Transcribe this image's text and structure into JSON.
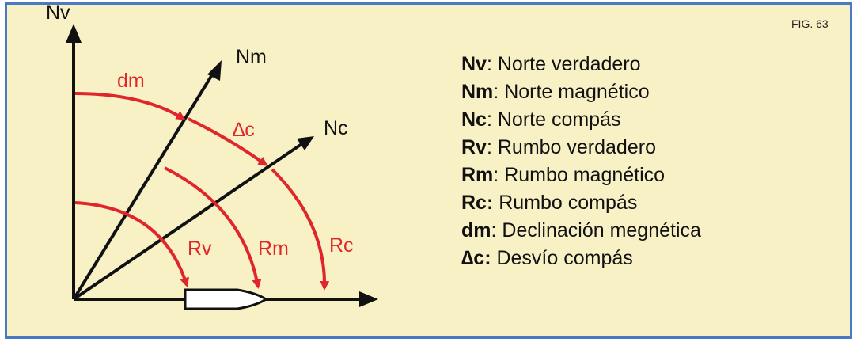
{
  "figure_label": "FIG. 63",
  "axes": {
    "nv": "Nv",
    "nm": "Nm",
    "nc": "Nc"
  },
  "arcs": {
    "dm": "dm",
    "dc": "∆c",
    "rv": "Rv",
    "rm": "Rm",
    "rc": "Rc"
  },
  "colors": {
    "background": "#f8f1c6",
    "border": "#4a79c4",
    "arc": "#e0262a",
    "axis": "#111111"
  },
  "legend": [
    {
      "abbr": "Nv",
      "text": ": Norte verdadero"
    },
    {
      "abbr": "Nm",
      "text": ": Norte magnético"
    },
    {
      "abbr": "Nc",
      "text": ": Norte compás"
    },
    {
      "abbr": "Rv",
      "text": ": Rumbo verdadero"
    },
    {
      "abbr": "Rm",
      "text": ": Rumbo magnético"
    },
    {
      "abbr": "Rc:",
      "text": " Rumbo compás"
    },
    {
      "abbr": "dm",
      "text": ": Declinación megnética"
    },
    {
      "abbr": "∆c:",
      "text": " Desvío compás"
    }
  ]
}
